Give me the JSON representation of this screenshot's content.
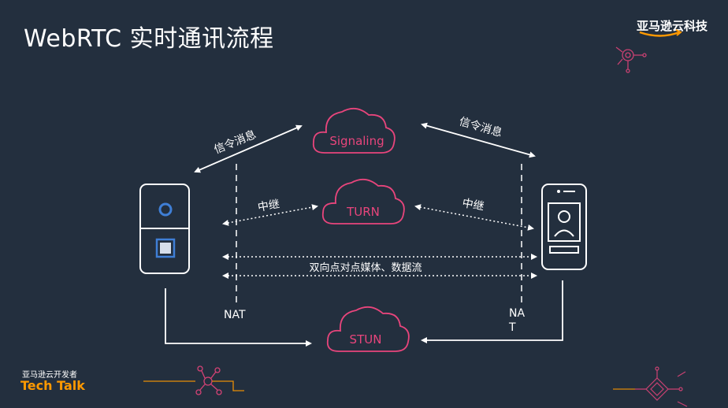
{
  "slide": {
    "title": "WebRTC 实时通讯流程",
    "brand": "亚马逊云科技",
    "footer_sub": "亚马逊云开发者",
    "footer_main": "Tech Talk"
  },
  "diagram": {
    "clouds": {
      "signaling": "Signaling",
      "turn": "TURN",
      "stun": "STUN"
    },
    "edge_labels": {
      "signaling_left": "信令消息",
      "signaling_right": "信令消息",
      "relay_left": "中继",
      "relay_right": "中继",
      "p2p": "双向点对点媒体、数据流"
    },
    "nat_left": "NAT",
    "nat_right_line1": "NA",
    "nat_right_line2": "T"
  },
  "colors": {
    "background": "#232f3e",
    "accent_pink": "#e8457c",
    "accent_orange": "#ff9900",
    "device_blue": "#3f7fd6"
  },
  "icons": [
    "desktop-client-icon",
    "smartphone-icon",
    "cloud-icon",
    "network-node-icon",
    "circuit-decoration-icon",
    "amazon-smile-icon"
  ]
}
